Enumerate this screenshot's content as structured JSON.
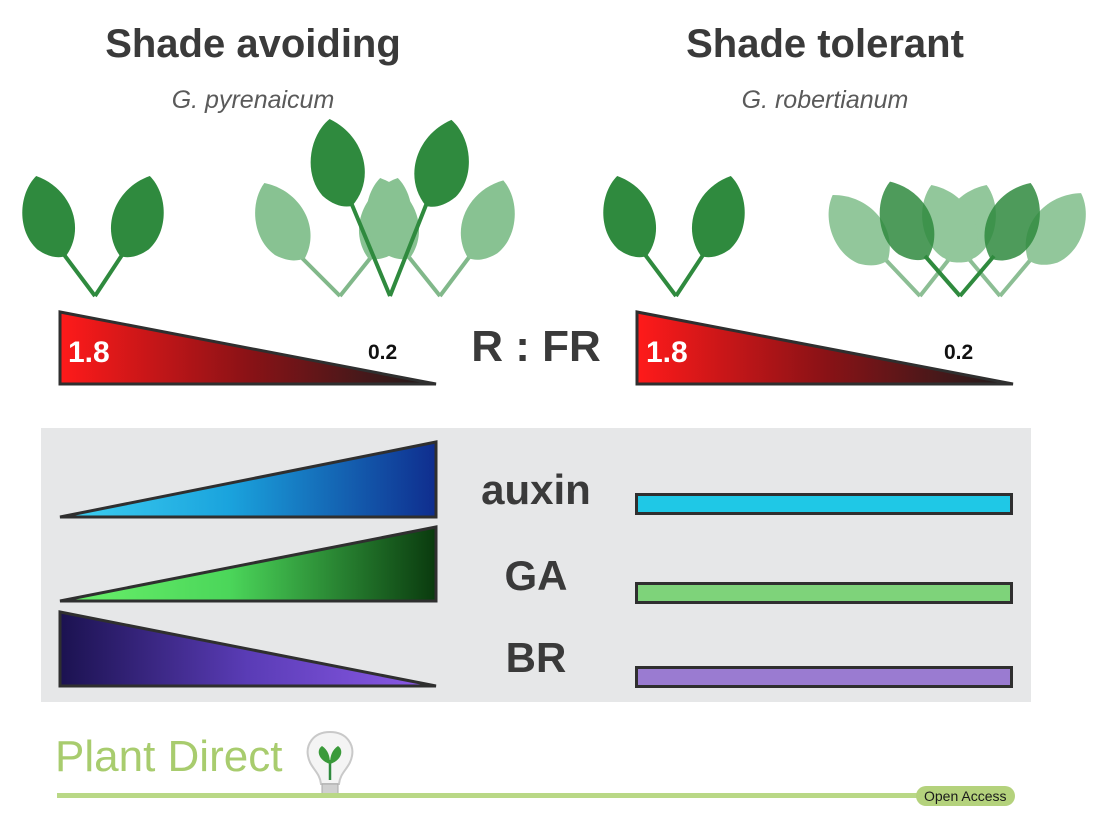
{
  "left": {
    "title": "Shade avoiding",
    "species": "G. pyrenaicum",
    "ratio_high": "1.8",
    "ratio_low": "0.2"
  },
  "right": {
    "title": "Shade tolerant",
    "species": "G. robertianum",
    "ratio_high": "1.8",
    "ratio_low": "0.2"
  },
  "ratio_label": "R : FR",
  "hormones": [
    {
      "label": "auxin",
      "color": "#1fc8e6",
      "left_trend": "increasing"
    },
    {
      "label": "GA",
      "color": "#7ed37a",
      "left_trend": "increasing"
    },
    {
      "label": "BR",
      "color": "#9a7bd1",
      "left_trend": "decreasing"
    }
  ],
  "footer": {
    "brand": "Plant Direct",
    "badge": "Open Access"
  },
  "colors": {
    "leaf": "#2f8a3e",
    "red": "#e8232a",
    "panel": "#e6e7e8"
  }
}
